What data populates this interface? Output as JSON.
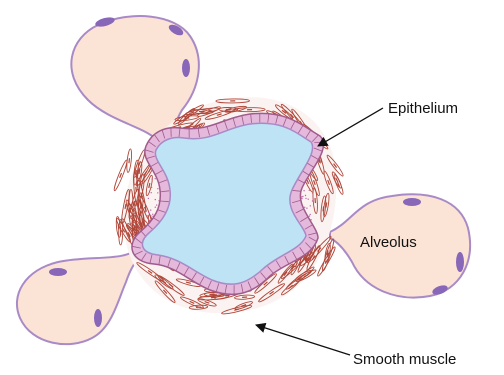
{
  "labels": {
    "epithelium": "Epithelium",
    "alveolus": "Alveolus",
    "smooth_muscle": "Smooth muscle"
  },
  "colors": {
    "lumen": "#bde3f4",
    "alveolus_fill": "#fbe3d6",
    "membrane": "#a98ac6",
    "nucleus": "#8866b8",
    "epithelial_cell": "#e4b9dc",
    "muscle": "#b0473a",
    "stipple": "#c065a8",
    "arrow": "#111111"
  }
}
